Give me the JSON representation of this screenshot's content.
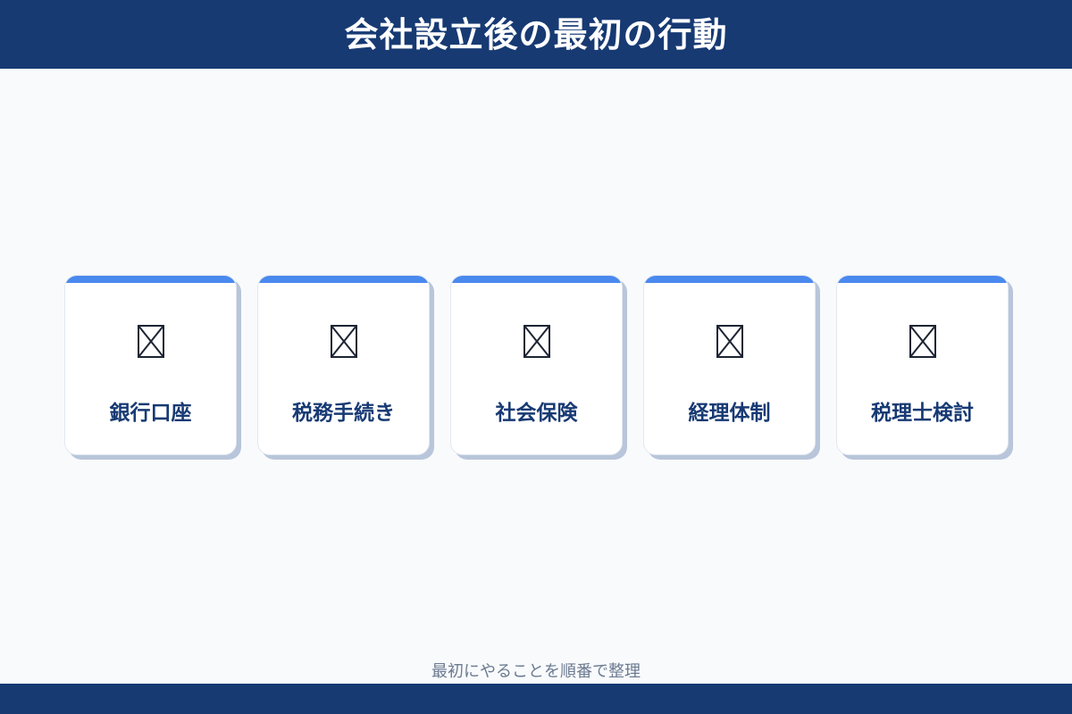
{
  "header": {
    "title": "会社設立後の最初の行動"
  },
  "cards": [
    {
      "label": "銀行口座",
      "icon": "missing-glyph-icon"
    },
    {
      "label": "税務手続き",
      "icon": "missing-glyph-icon"
    },
    {
      "label": "社会保険",
      "icon": "missing-glyph-icon"
    },
    {
      "label": "経理体制",
      "icon": "missing-glyph-icon"
    },
    {
      "label": "税理士検討",
      "icon": "missing-glyph-icon"
    }
  ],
  "footer": {
    "caption": "最初にやることを順番で整理"
  },
  "colors": {
    "header_bg": "#173a73",
    "accent_bar": "#4a89ee",
    "card_text": "#173a73",
    "card_shadow": "#b8c5da",
    "caption_text": "#6b7a90",
    "page_bg": "#f8fafc"
  }
}
